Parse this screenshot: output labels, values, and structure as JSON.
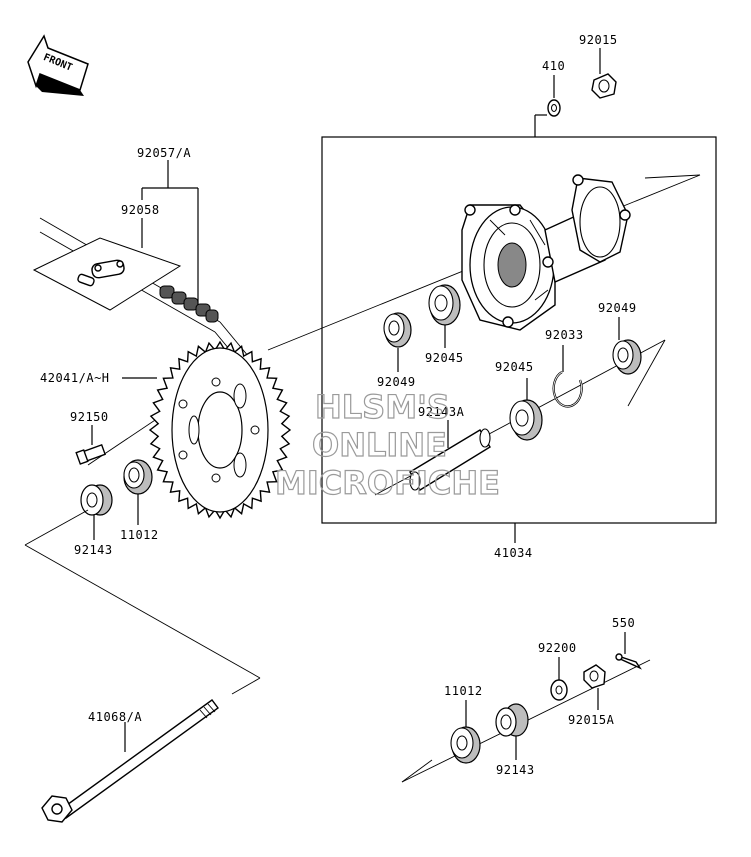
{
  "front_arrow": {
    "label": "FRONT"
  },
  "parts": {
    "p92015": "92015",
    "p410": "410",
    "p92057A": "92057/A",
    "p92058": "92058",
    "p42041": "42041/A~H",
    "p92150": "92150",
    "p92049_left": "92049",
    "p92045_left": "92045",
    "p92045_mid": "92045",
    "p92033": "92033",
    "p92049_right": "92049",
    "p92143A": "92143A",
    "p11012_top": "11012",
    "p92143_top": "92143",
    "p41034": "41034",
    "p550": "550",
    "p92200": "92200",
    "p11012_bottom": "11012",
    "p92015A": "92015A",
    "p92143_bottom": "92143",
    "p41068A": "41068/A"
  },
  "watermark": {
    "line1": "HLSM'S",
    "line2": "ONLINE",
    "line3": "MICROFICHE"
  },
  "icons": {
    "front": "front-arrow-icon"
  }
}
